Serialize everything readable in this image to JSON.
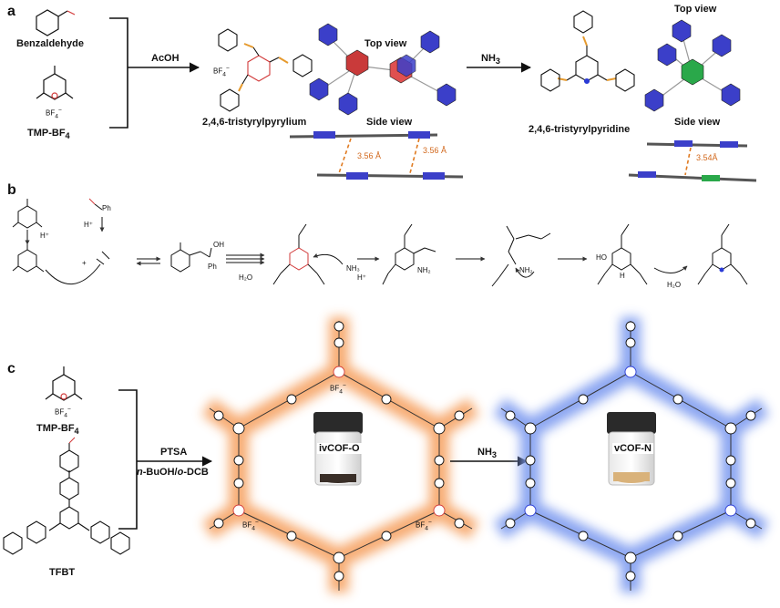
{
  "panels": {
    "a": "a",
    "b": "b",
    "c": "c"
  },
  "panel_a": {
    "benzaldehyde": "Benzaldehyde",
    "tmp": "TMP-BF",
    "tmp_sub": "4",
    "acid": "AcOH",
    "bf4_label": "BF",
    "pyrylium_name": "2,4,6-tristyrylpyrylium",
    "top_view_1": "Top view",
    "side_view_1": "Side view",
    "dist_1": "3.56 Å",
    "dist_2": "3.56 Å",
    "reagent_nh3": "NH",
    "reagent_nh3_sub": "3",
    "pyridine_name": "2,4,6-tristyrylpyridine",
    "top_view_2": "Top view",
    "side_view_2": "Side view",
    "dist_3": "3.54Å"
  },
  "panel_b": {
    "h_plus_1": "H⁺",
    "h_plus_2": "H⁺",
    "h_plus_3": "H⁺",
    "plus": "+",
    "oh": "OH",
    "ph_1": "Ph",
    "ph_2": "Ph",
    "h2o_1": "H₂O",
    "nh3": "NH₃",
    "nh2_1": "NH₂",
    "nh2_2": "NH₂",
    "ho": "HO",
    "h2o_2": "H₂O",
    "nh": "H"
  },
  "panel_c": {
    "tmp": "TMP-BF",
    "tmp_sub": "4",
    "tfbt": "TFBT",
    "cond_1": "PTSA",
    "cond_2_it": "n",
    "cond_2_rest": "-BuOH/",
    "cond_2_it2": "o",
    "cond_2_end": "-DCB",
    "reagent_nh3": "NH",
    "reagent_nh3_sub": "3",
    "cof_o": "ivCOF-O",
    "cof_n": "vCOF-N",
    "bf4": "BF"
  },
  "colors": {
    "orange_glow": "#f6a466",
    "blue_glow": "#7f9cf0",
    "vinyl_orange": "#e69a2e",
    "pyrylium_red": "#d23a3a",
    "pyridine_blue": "#2a3bd6",
    "crystal_blue": "#3b3fc9",
    "crystal_green": "#2aa84a",
    "arrow": "#111111",
    "powder_dark": "#3a2f28",
    "powder_light": "#d9b27a"
  }
}
